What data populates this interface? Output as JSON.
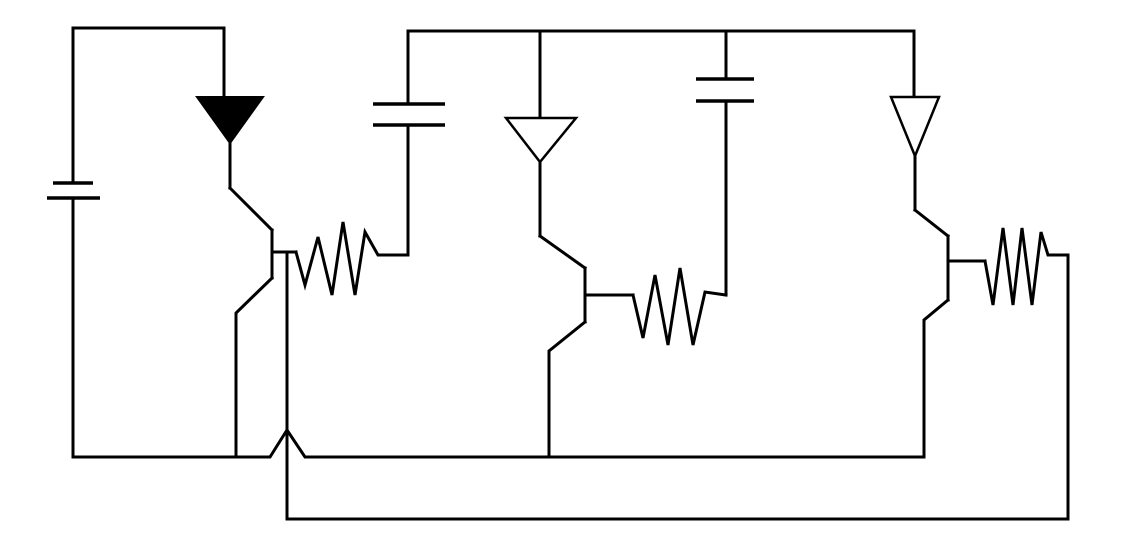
{
  "diagram": {
    "type": "circuit-schematic",
    "background": "#ffffff",
    "stroke": "#000000",
    "components": [
      "battery",
      "diode-filled",
      "diode-open",
      "diode-open",
      "transistor",
      "transistor",
      "transistor",
      "capacitor",
      "capacitor",
      "resistor",
      "resistor",
      "resistor"
    ]
  }
}
